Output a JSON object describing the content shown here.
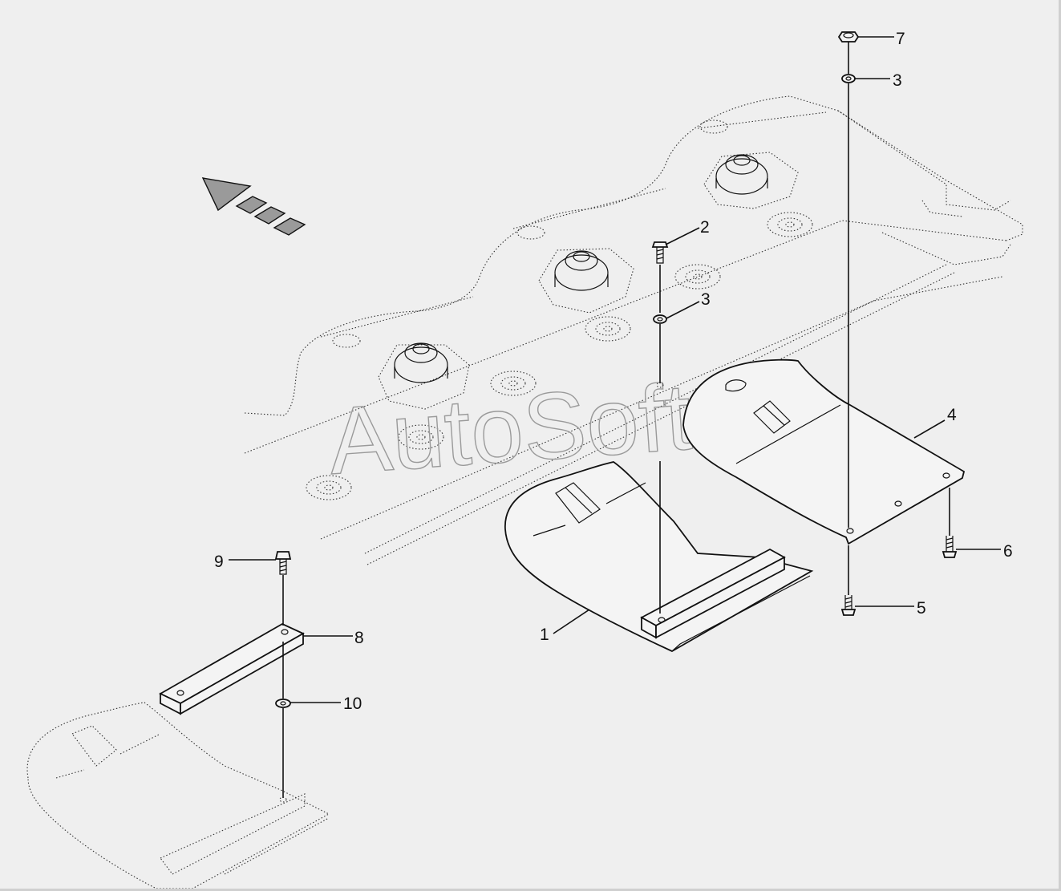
{
  "watermark": "AutoSoft",
  "callouts": [
    {
      "id": "c1",
      "text": "1"
    },
    {
      "id": "c2",
      "text": "2"
    },
    {
      "id": "c3a",
      "text": "3"
    },
    {
      "id": "c3b",
      "text": "3"
    },
    {
      "id": "c4",
      "text": "4"
    },
    {
      "id": "c5",
      "text": "5"
    },
    {
      "id": "c6",
      "text": "6"
    },
    {
      "id": "c7",
      "text": "7"
    },
    {
      "id": "c8",
      "text": "8"
    },
    {
      "id": "c9",
      "text": "9"
    },
    {
      "id": "c10",
      "text": "10"
    }
  ],
  "colors": {
    "background": "#efefef",
    "line": "#111111",
    "fill": "#f4f4f4"
  }
}
